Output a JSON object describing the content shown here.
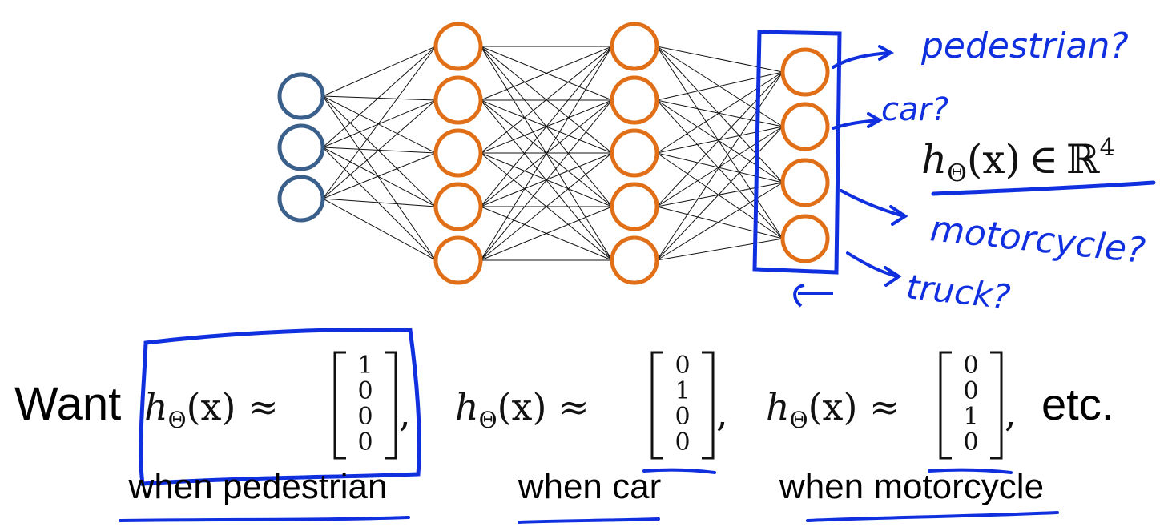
{
  "network": {
    "layers": [
      3,
      5,
      5,
      4
    ],
    "colors": {
      "input": "#3a5f8a",
      "hidden": "#e06f17",
      "output": "#e06f17",
      "edge": "#111111",
      "ink": "#1030e0"
    }
  },
  "hypothesis": {
    "lhs": "h",
    "sub": "Θ",
    "arg": "(x)",
    "rel": "∈",
    "set": "ℝ",
    "exp": "4"
  },
  "outputs": [
    "pedestrian?",
    "car?",
    "motorcycle?",
    "truck?"
  ],
  "want": {
    "label": "Want",
    "expr": "hΘ(x) ≈",
    "vectors": [
      [
        "1",
        "0",
        "0",
        "0"
      ],
      [
        "0",
        "1",
        "0",
        "0"
      ],
      [
        "0",
        "0",
        "1",
        "0"
      ]
    ],
    "comma": ",",
    "etc": "etc.",
    "when": [
      "when pedestrian",
      "when car",
      "when motorcycle"
    ]
  }
}
